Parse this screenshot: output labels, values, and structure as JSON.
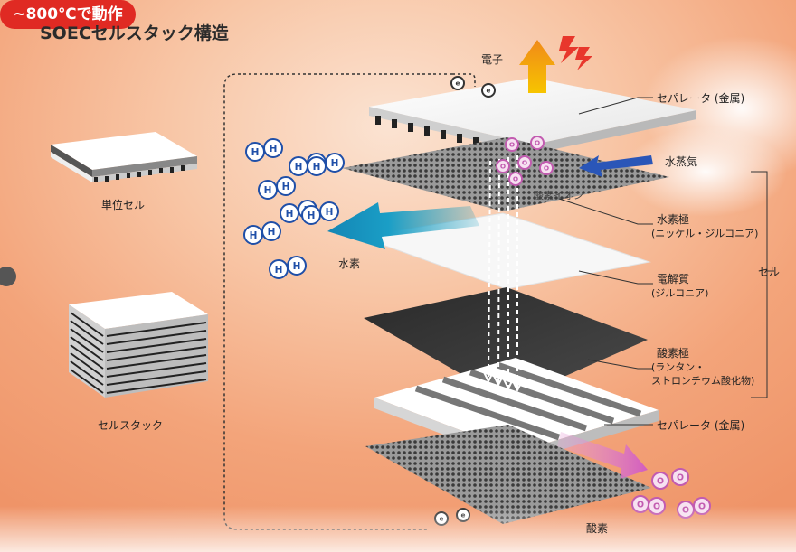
{
  "title": "SOECセルスタック構造",
  "temperature_badge": "~800℃で動作",
  "left_labels": {
    "unit_cell": "単位セル",
    "cell_stack": "セルスタック"
  },
  "flows": {
    "electron": "電子",
    "steam": "水蒸気",
    "hydrogen": "水素",
    "oxygen": "酸素",
    "oxide_ion": "酸素イオン"
  },
  "layers": [
    {
      "name": "セパレータ (金属)"
    },
    {
      "name": "水素極",
      "detail": "(ニッケル・ジルコニア)"
    },
    {
      "name": "電解質",
      "detail": "(ジルコニア)"
    },
    {
      "name": "酸素極",
      "detail_1": "(ランタン・",
      "detail_2": "ストロンチウム酸化物)"
    },
    {
      "name": "セパレータ (金属)"
    }
  ],
  "bracket_label": "セル",
  "particle_letters": {
    "hydrogen": "H",
    "electron": "e",
    "oxide": "O"
  },
  "colors": {
    "hydrogen": "#1f4fa8",
    "oxygen": "#c25bb0",
    "badge": "#e02a23",
    "arrow_hydrogen": "#1e9fc0"
  }
}
